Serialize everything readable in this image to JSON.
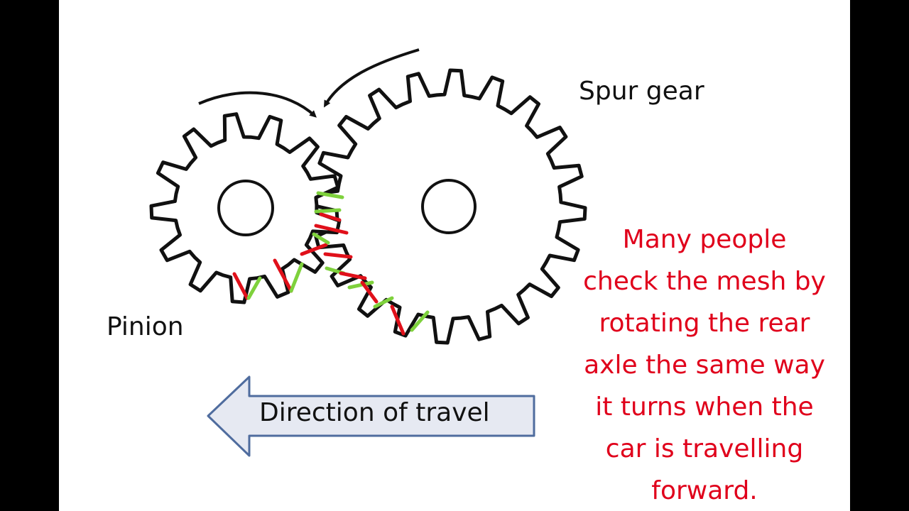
{
  "labels": {
    "spur_gear": "Spur gear",
    "pinion": "Pinion",
    "direction": "Direction of travel"
  },
  "note": "Many people\ncheck the mesh by\nrotating the rear\naxle the same way\nit turns when the\ncar is travelling\nforward.",
  "colors": {
    "note_text": "#e0001b",
    "contact_red": "#e0101a",
    "contact_green": "#7ed13c",
    "arrow_fill": "#e6e9f2",
    "arrow_stroke": "#4f6c9e",
    "gear_outline": "#111111"
  },
  "gears": {
    "pinion_teeth": 13,
    "spur_teeth": 20
  },
  "icons": {
    "rotation_arrows": "curved-arrow-icon",
    "travel_direction": "left-arrow-icon"
  }
}
